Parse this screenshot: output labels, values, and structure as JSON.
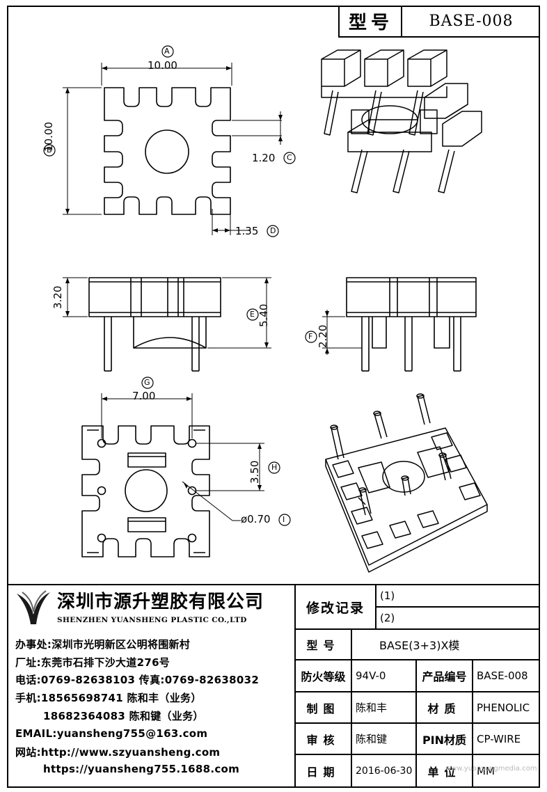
{
  "title": {
    "label": "型号",
    "model": "BASE-008"
  },
  "dimensions": {
    "a_label": "A",
    "a_value": "10.00",
    "b_label": "B",
    "b_value": "10.00",
    "c_label": "C",
    "c_value": "1.20",
    "d_label": "D",
    "d_value": "1.35",
    "e_label": "E",
    "e_value": "5.40",
    "f_label": "F",
    "f_value": "2.20",
    "side_height": "3.20",
    "g_label": "G",
    "g_value": "7.00",
    "h_label": "H",
    "h_value": "3.50",
    "i_label": "I",
    "i_value": "ø0.70"
  },
  "company": {
    "name_cn": "深圳市源升塑胶有限公司",
    "name_en": "SHENZHEN YUANSHENG PLASTIC CO.,LTD",
    "office": "办事处:深圳市光明新区公明将围新村",
    "factory": "厂址:东莞市石排下沙大道276号",
    "phone": "电话:0769-82638103 传真:0769-82638032",
    "mobile1": "手机:18565698741 陈和丰（业务）",
    "mobile2": "18682364083 陈和键（业务）",
    "email": "EMAIL:yuansheng755@163.com",
    "website1": "网站:http://www.szyuansheng.com",
    "website2": "https://yuansheng755.1688.com"
  },
  "revision": {
    "label": "修改记录",
    "r1": "(1)",
    "r2": "(2)"
  },
  "table": {
    "model_label": "型号",
    "model_value": "BASE(3+3)X模",
    "fire_label": "防火等级",
    "fire_value": "94V-0",
    "product_no_label": "产品编号",
    "product_no_value": "BASE-008",
    "drawn_label": "制图",
    "drawn_value": "陈和丰",
    "material_label": "材质",
    "material_value": "PHENOLIC",
    "check_label": "审核",
    "check_value": "陈和键",
    "pin_material_label": "PIN材质",
    "pin_material_value": "CP-WIRE",
    "date_label": "日期",
    "date_value": "2016-06-30",
    "unit_label": "单位",
    "unit_value": "MM"
  },
  "watermark": "www.yuansungmedia.com"
}
